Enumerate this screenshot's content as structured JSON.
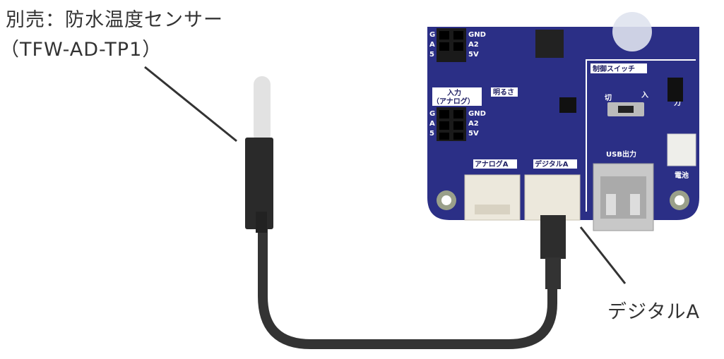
{
  "callouts": {
    "sensor_line1": "別売：防水温度センサー",
    "sensor_line2": "（TFW-AD-TP1）",
    "port": "デジタルA"
  },
  "board_labels": {
    "pins_top": [
      "GND",
      "A2",
      "5V"
    ],
    "pins_bottom": [
      "GND",
      "A2",
      "5V"
    ],
    "pin_letters": [
      "G",
      "A",
      "5"
    ],
    "input_analog_1": "入力",
    "input_analog_2": "（アナログ）",
    "brightness": "明るさ",
    "control_switch": "制御スイッチ",
    "off": "切",
    "on": "入",
    "terminal_out": "端子出力",
    "usb_out": "USB出力",
    "battery": "電池",
    "analog_a": "アナログA",
    "digital_a": "デジタルA"
  },
  "colors": {
    "board": "#2b2f86",
    "cable": "#333333",
    "text": "#333333"
  }
}
